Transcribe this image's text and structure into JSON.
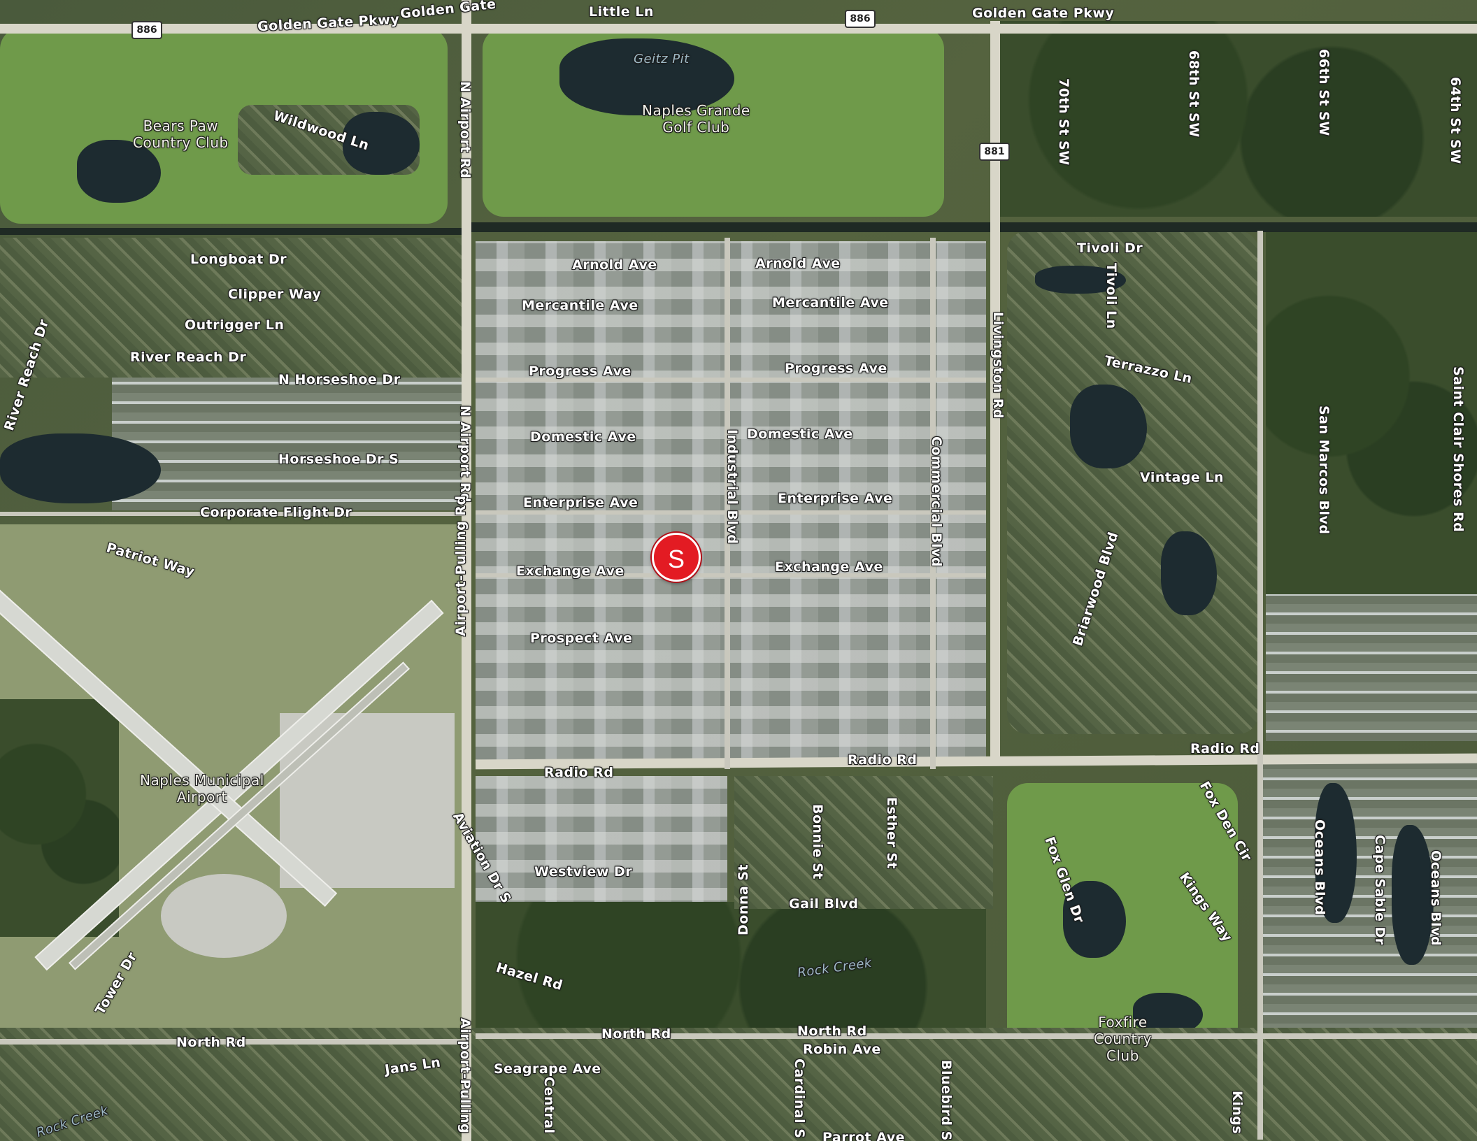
{
  "marker": {
    "label": "S",
    "color": "#e31b23"
  },
  "shields": [
    "886",
    "886",
    "881"
  ],
  "places": {
    "bears_paw": "Bears Paw\nCountry Club",
    "naples_grande": "Naples Grande\nGolf Club",
    "geitz_pit": "Geitz Pit",
    "airport": "Naples Municipal\nAirport",
    "foxfire": "Foxfire\nCountry\nClub",
    "rock_creek_1": "Rock Creek",
    "rock_creek_2": "Rock Creek"
  },
  "streets": {
    "golden_gate_1": "Golden Gate",
    "golden_gate_2": "Golden Gate Pkwy",
    "golden_gate_3": "Golden Gate Pkwy",
    "little_ln": "Little Ln",
    "wildwood": "Wildwood Ln",
    "n_airport_top": "N Airport Rd",
    "n_airport_mid": "N Airport Rd",
    "airport_pulling_1": "Airport-Pulling Rd",
    "airport_pulling_2": "Airport-Pulling",
    "longboat": "Longboat Dr",
    "clipper": "Clipper Way",
    "outrigger": "Outrigger Ln",
    "river_reach_dr": "River Reach Dr",
    "river_reach_dr_v": "River Reach Dr",
    "n_horseshoe": "N Horseshoe Dr",
    "horseshoe_s": "Horseshoe Dr S",
    "corporate_flight": "Corporate Flight Dr",
    "patriot": "Patriot Way",
    "arnold_1": "Arnold Ave",
    "arnold_2": "Arnold Ave",
    "mercantile_1": "Mercantile Ave",
    "mercantile_2": "Mercantile Ave",
    "progress_1": "Progress Ave",
    "progress_2": "Progress Ave",
    "domestic_1": "Domestic Ave",
    "domestic_2": "Domestic Ave",
    "enterprise_1": "Enterprise Ave",
    "enterprise_2": "Enterprise Ave",
    "exchange_1": "Exchange Ave",
    "exchange_2": "Exchange Ave",
    "prospect": "Prospect Ave",
    "industrial": "Industrial Blvd",
    "commercial": "Commercial Blvd",
    "livingston": "Livingston Rd",
    "radio_1": "Radio Rd",
    "radio_2": "Radio Rd",
    "radio_3": "Radio Rd",
    "tivoli_dr": "Tivoli Dr",
    "tivoli_ln": "Tivoli Ln",
    "terrazzo": "Terrazzo Ln",
    "vintage": "Vintage Ln",
    "briarwood": "Briarwood Blvd",
    "san_marcos": "San Marcos Blvd",
    "saint_clair": "Saint Clair Shores Rd",
    "st70": "70th St SW",
    "st68": "68th St SW",
    "st66": "66th St SW",
    "st64": "64th St SW",
    "aviation": "Aviation Dr S",
    "westview": "Westview Dr",
    "donna": "Donna St",
    "bonnie": "Bonnie St",
    "esther": "Esther St",
    "gail": "Gail Blvd",
    "hazel": "Hazel Rd",
    "tower": "Tower Dr",
    "north_rd_1": "North Rd",
    "north_rd_2": "North Rd",
    "north_rd_3": "North Rd",
    "robin": "Robin Ave",
    "jans": "Jans Ln",
    "seagrape": "Seagrape Ave",
    "central": "Central",
    "cardinal": "Cardinal S",
    "bluebird": "Bluebird S",
    "parrot": "Parrot Ave",
    "fox_den": "Fox Den Cir",
    "fox_glen": "Fox Glen Dr",
    "kings_way": "Kings Way",
    "kings": "Kings",
    "cape_sable": "Cape Sable Dr",
    "oceans": "Oceans Blvd",
    "oceans_blvd": "Oceans Blvd"
  }
}
